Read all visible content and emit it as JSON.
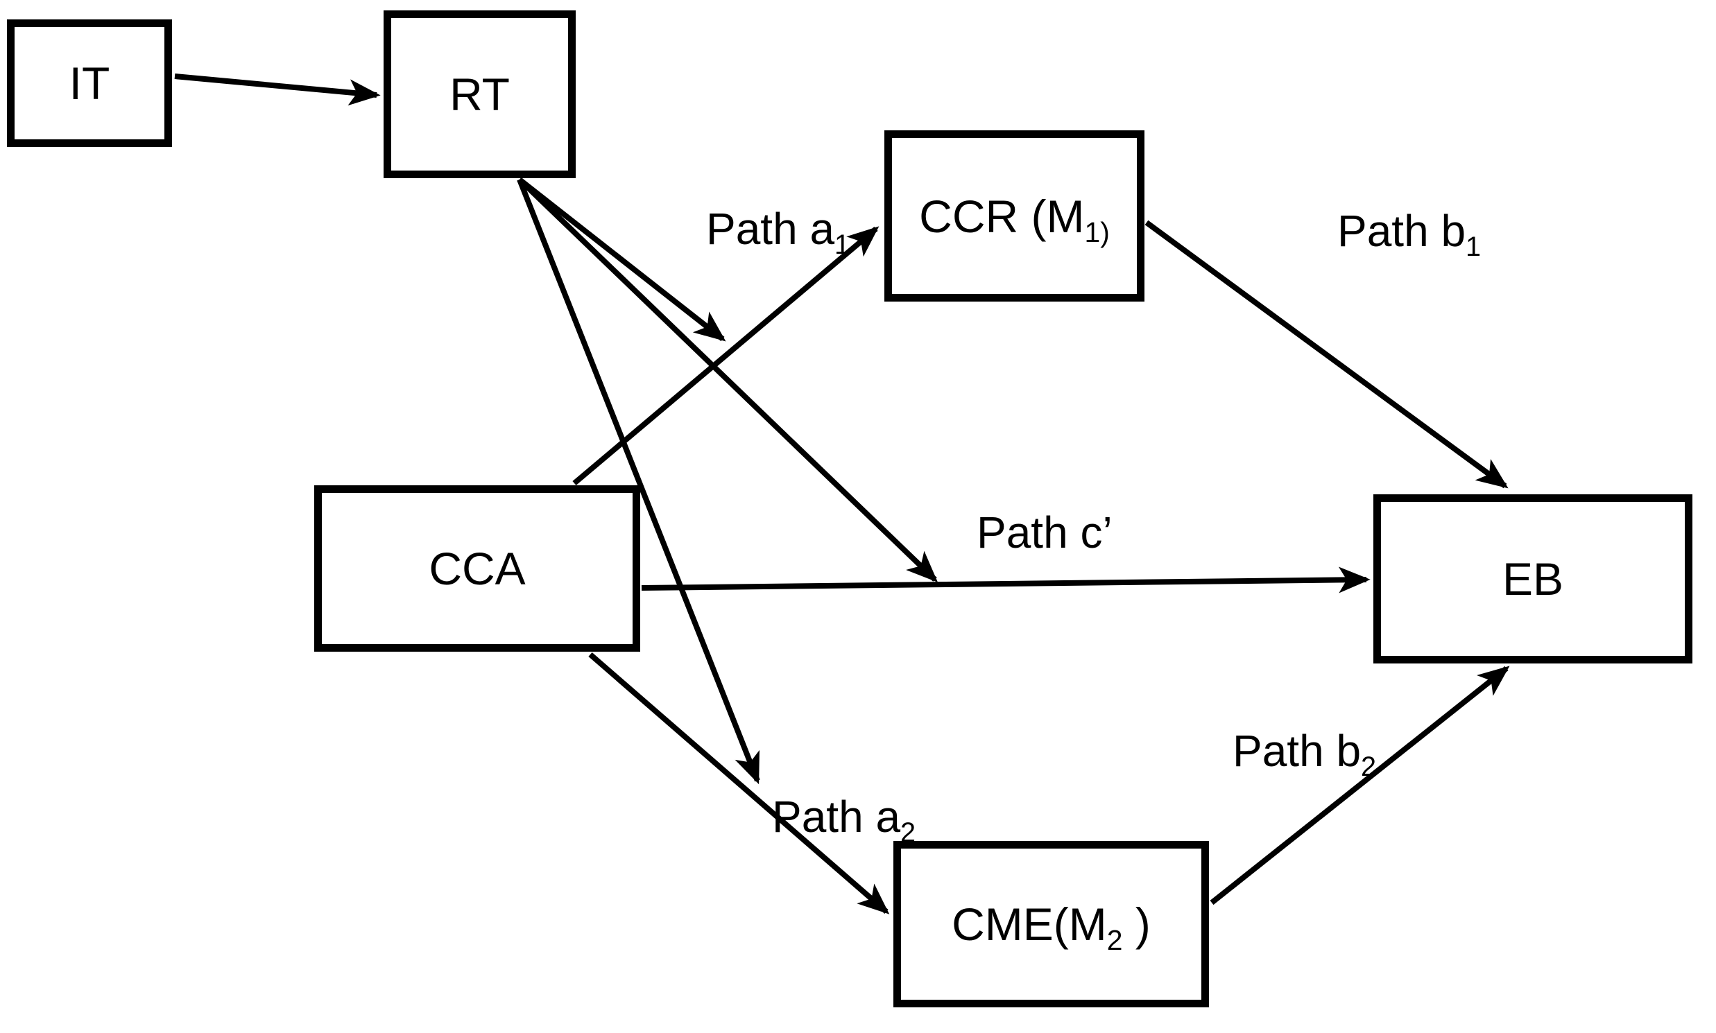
{
  "figure": {
    "type": "path-diagram",
    "colors": {
      "line": "#000000",
      "background": "#ffffff",
      "text": "#000000"
    },
    "nodes": {
      "it": {
        "label": "IT"
      },
      "rt": {
        "label": "RT"
      },
      "ccr": {
        "label_base": "CCR (M",
        "label_sub": "1)"
      },
      "cca": {
        "label": "CCA"
      },
      "eb": {
        "label": "EB"
      },
      "cme": {
        "label_base": "CME(M",
        "label_sub": "2",
        "label_suffix": " )"
      }
    },
    "paths": {
      "a1": {
        "base": "Path a",
        "sub": "1"
      },
      "b1": {
        "base": "Path b",
        "sub": "1"
      },
      "c": {
        "base": "Path c’",
        "sub": ""
      },
      "a2": {
        "base": "Path a",
        "sub": "2"
      },
      "b2": {
        "base": "Path b",
        "sub": "2"
      }
    },
    "edges": [
      {
        "from": "IT",
        "to": "RT"
      },
      {
        "from": "CCA",
        "to": "CCR (M1)",
        "label": "Path a1"
      },
      {
        "from": "CCR (M1)",
        "to": "EB",
        "label": "Path b1"
      },
      {
        "from": "CCA",
        "to": "EB",
        "label": "Path c'"
      },
      {
        "from": "CCA",
        "to": "CME (M2)",
        "label": "Path a2"
      },
      {
        "from": "CME (M2)",
        "to": "EB",
        "label": "Path b2"
      },
      {
        "from": "RT",
        "to": "path a1 line"
      },
      {
        "from": "RT",
        "to": "path c' line"
      },
      {
        "from": "RT",
        "to": "path a2 line"
      }
    ]
  }
}
